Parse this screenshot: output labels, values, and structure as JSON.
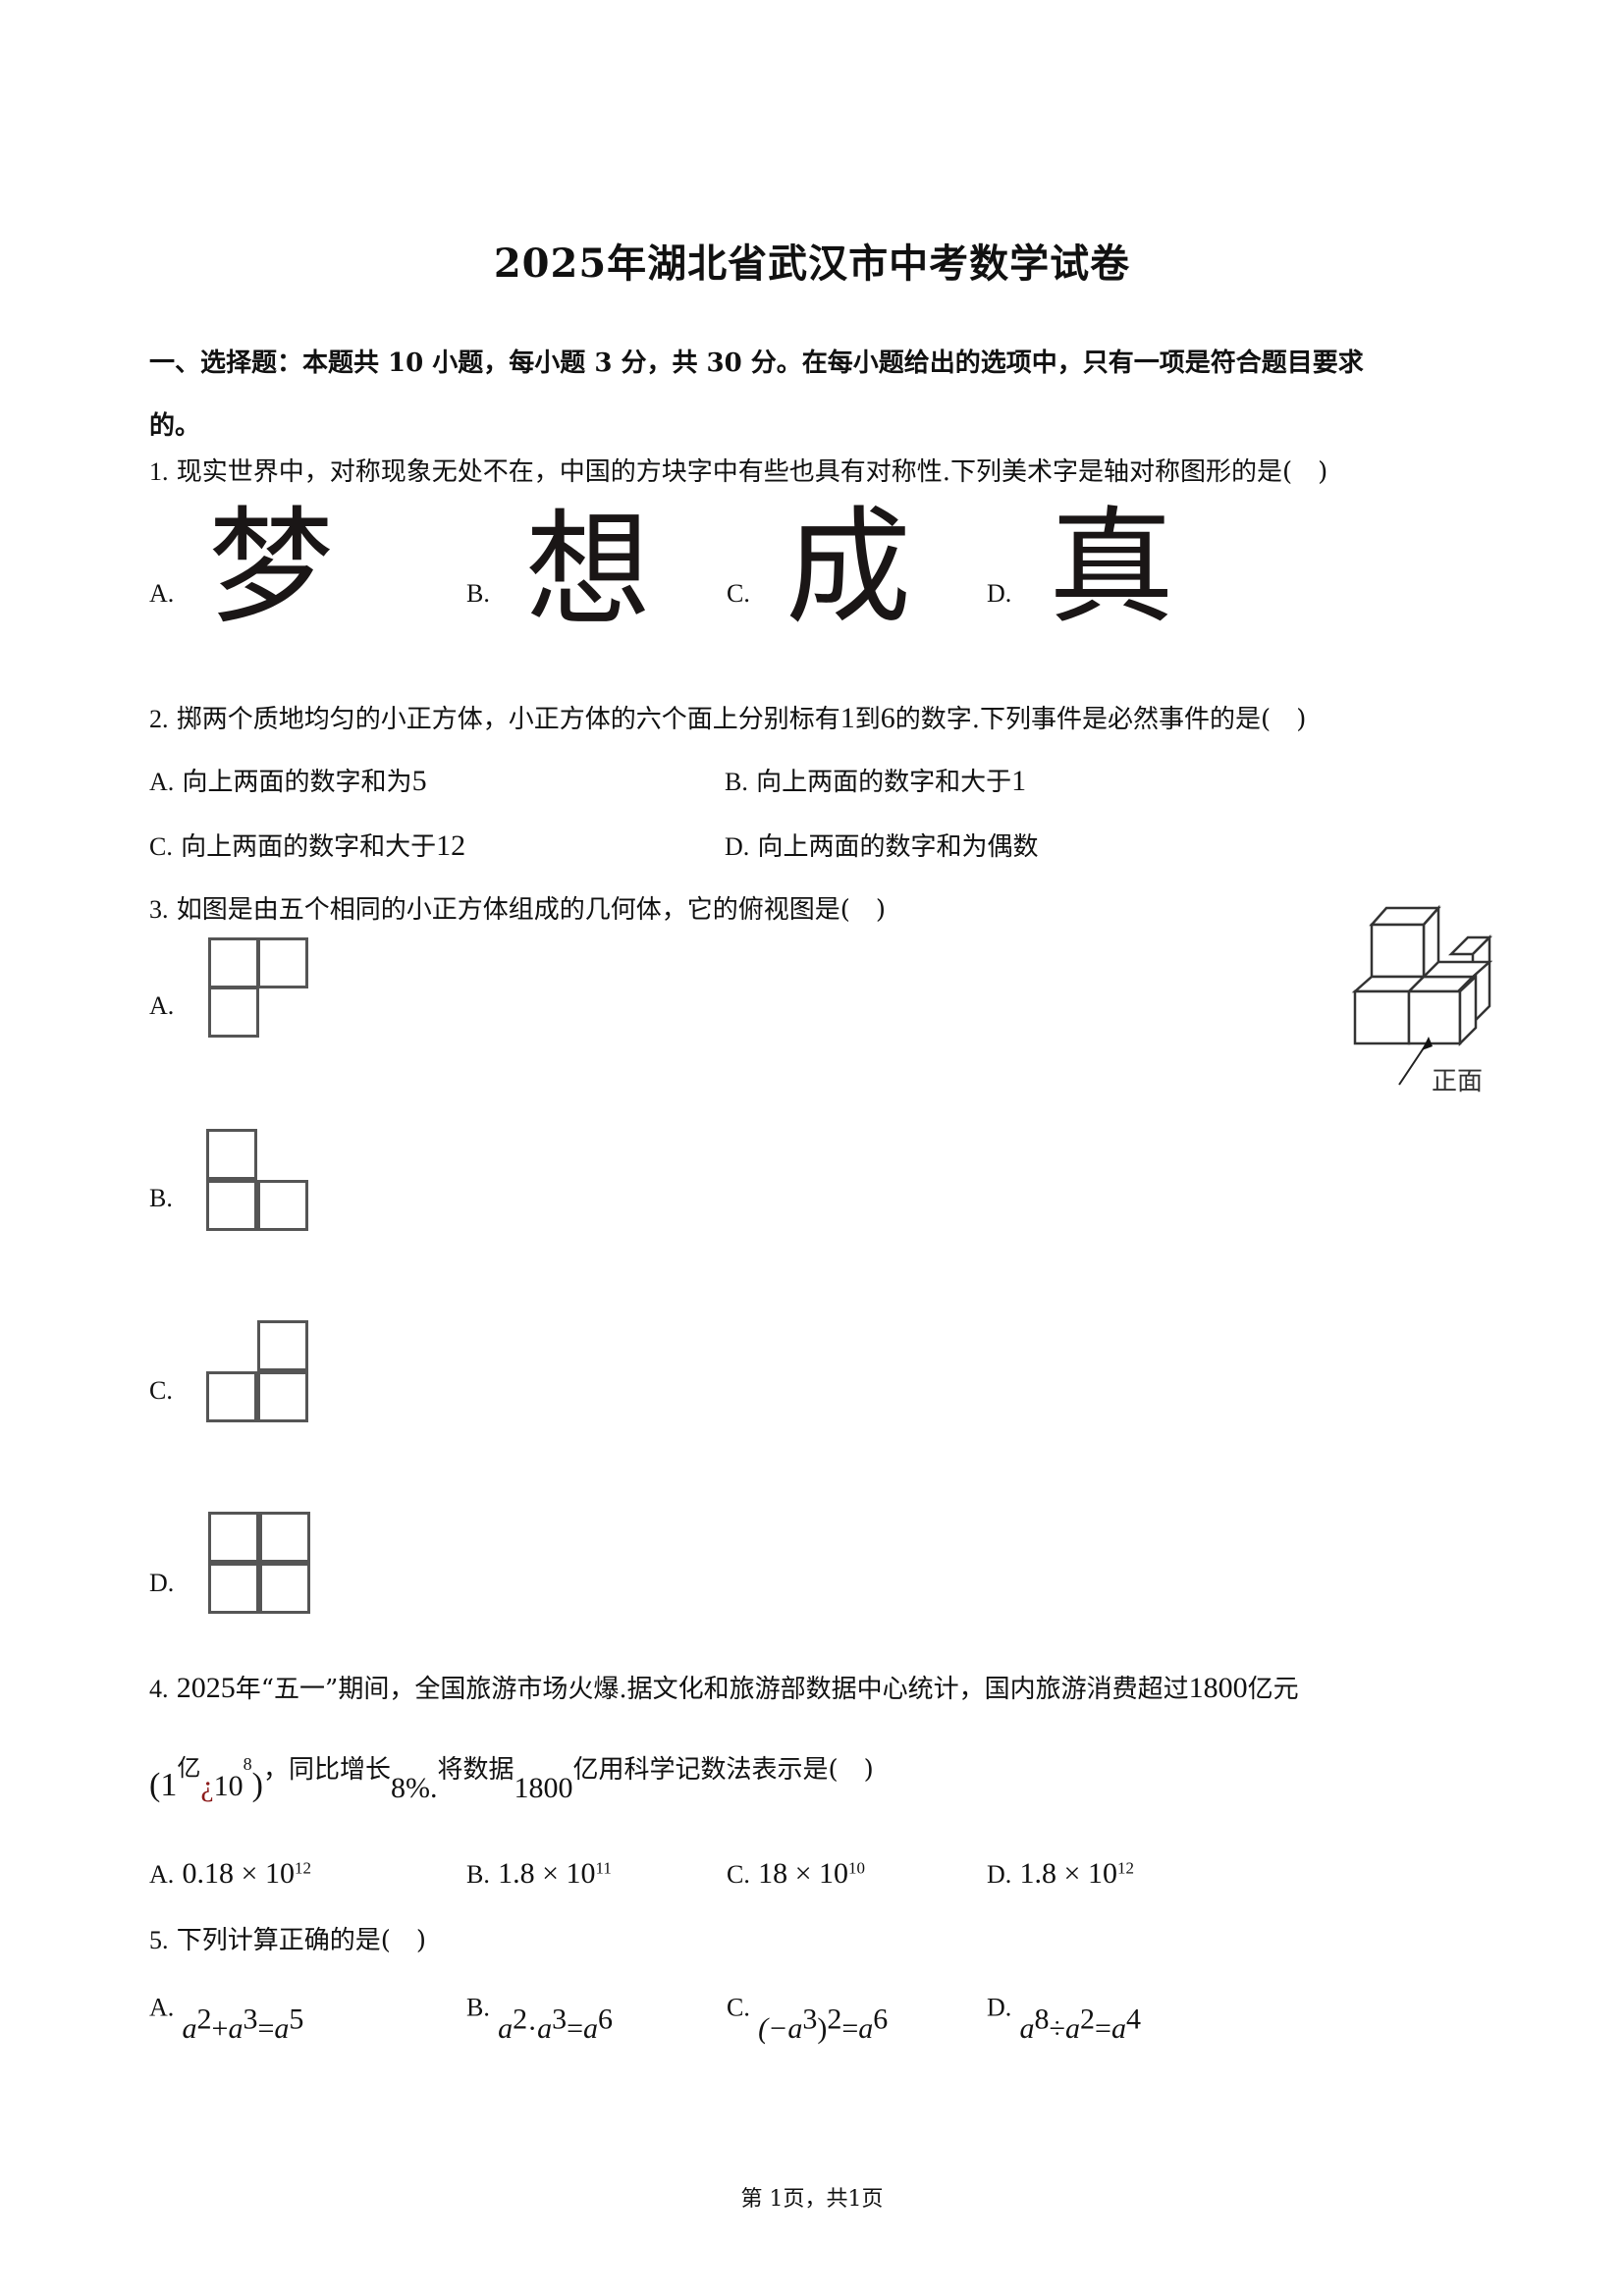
{
  "document": {
    "title": "2025年湖北省武汉市中考数学试卷",
    "section": {
      "heading_line1": "一、选择题：本题共 10 小题，每小题 3 分，共 30 分。在每小题给出的选项中，只有一项是符合题目要求",
      "heading_line2": "的。"
    },
    "questions": [
      {
        "number": "1.",
        "stem": "现实世界中，对称现象无处不在，中国的方块字中有些也具有对称性.下列美术字是轴对称图形的是(　)",
        "options": [
          {
            "label": "A.",
            "glyph": "梦"
          },
          {
            "label": "B.",
            "glyph": "想"
          },
          {
            "label": "C.",
            "glyph": "成"
          },
          {
            "label": "D.",
            "glyph": "真"
          }
        ]
      },
      {
        "number": "2.",
        "stem_a": "掷两个质地均匀的小正方体，小正方体的六个面上分别标有",
        "stem_n1": "1",
        "stem_b": "到",
        "stem_n2": "6",
        "stem_c": "的数字.下列事件是必然事件的是(　)",
        "options": [
          {
            "label": "A.",
            "text": "向上两面的数字和为",
            "num": "5"
          },
          {
            "label": "B.",
            "text": "向上两面的数字和大于",
            "num": "1"
          },
          {
            "label": "C.",
            "text": "向上两面的数字和大于",
            "num": "12"
          },
          {
            "label": "D.",
            "text": "向上两面的数字和为偶数",
            "num": ""
          }
        ]
      },
      {
        "number": "3.",
        "stem": "如图是由五个相同的小正方体组成的几何体，它的俯视图是(　)",
        "figure_label": "正面",
        "options": [
          {
            "label": "A."
          },
          {
            "label": "B."
          },
          {
            "label": "C."
          },
          {
            "label": "D."
          }
        ]
      },
      {
        "number": "4.",
        "line1_year": "2025",
        "line1_a": "年“五一”期间，全国旅游市场火爆.据文化和旅游部数据中心统计，国内旅游消费超过",
        "line1_num": "1800",
        "line1_b": "亿元",
        "line2_open": "(1",
        "line2_yi": "亿",
        "line2_garbled": "¿",
        "line2_base": "10",
        "line2_exp": "8",
        "line2_close": ")",
        "line2_a": "，同比增长",
        "line2_pct": "8%.",
        "line2_b": "将数据",
        "line2_num": "1800",
        "line2_c": "亿用科学记数法表示是(　)",
        "options": [
          {
            "label": "A.",
            "coef": "0.18",
            "exp": "12"
          },
          {
            "label": "B.",
            "coef": "1.8",
            "exp": "11"
          },
          {
            "label": "C.",
            "coef": "18",
            "exp": "10"
          },
          {
            "label": "D.",
            "coef": "1.8",
            "exp": "12"
          }
        ]
      },
      {
        "number": "5.",
        "stem": "下列计算正确的是(　)",
        "options": [
          {
            "label": "A.",
            "expr": [
              "a",
              "2",
              "+",
              "a",
              "3",
              "=",
              "a",
              "5"
            ]
          },
          {
            "label": "B.",
            "expr": [
              "a",
              "2",
              "·",
              "a",
              "3",
              "=",
              "a",
              "6"
            ]
          },
          {
            "label": "C.",
            "expr": [
              "(−a",
              "3",
              ")",
              "2",
              "=",
              "a",
              "6"
            ]
          },
          {
            "label": "D.",
            "expr": [
              "a",
              "8",
              "÷",
              "a",
              "2",
              "=",
              "a",
              "4"
            ]
          }
        ]
      }
    ],
    "footer": "第 1页，共1页"
  }
}
